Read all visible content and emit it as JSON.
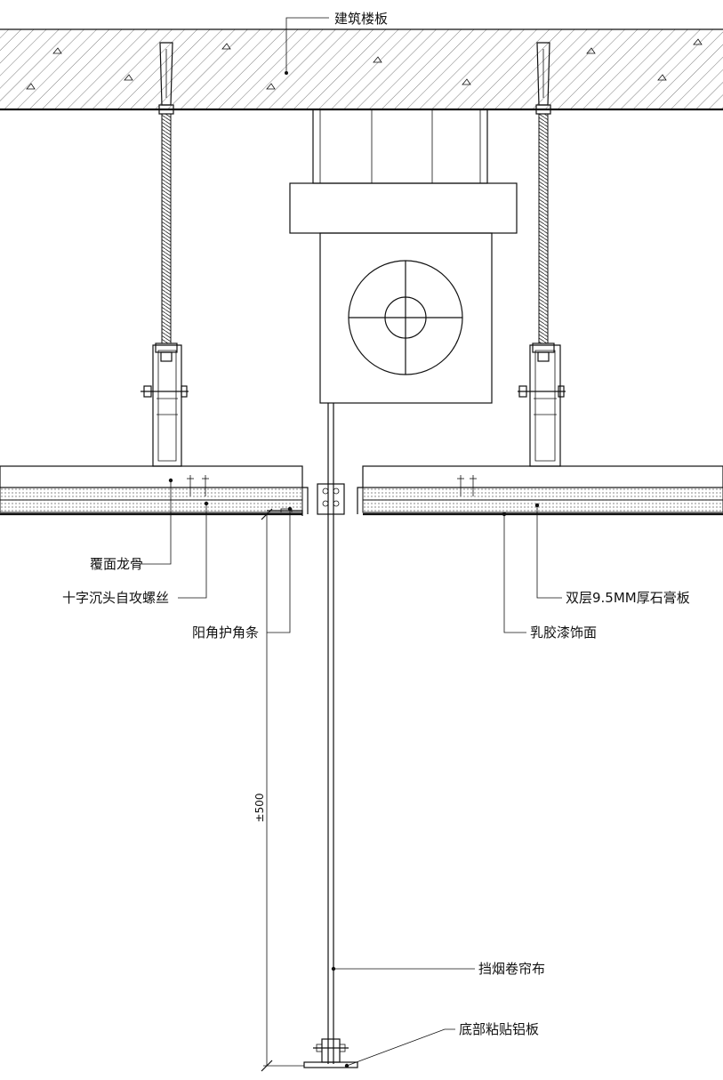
{
  "labels": {
    "floor_slab": "建筑楼板",
    "cover_keel": "覆面龙骨",
    "screw": "十字沉头自攻螺丝",
    "corner_strip": "阳角护角条",
    "gypsum_board": "双层9.5MM厚石膏板",
    "latex_paint": "乳胶漆饰面",
    "smoke_curtain": "挡烟卷帘布",
    "aluminum_plate": "底部粘贴铝板"
  },
  "dimension": {
    "drop_height": "±500"
  },
  "colors": {
    "line": "#111111",
    "background": "#ffffff"
  }
}
